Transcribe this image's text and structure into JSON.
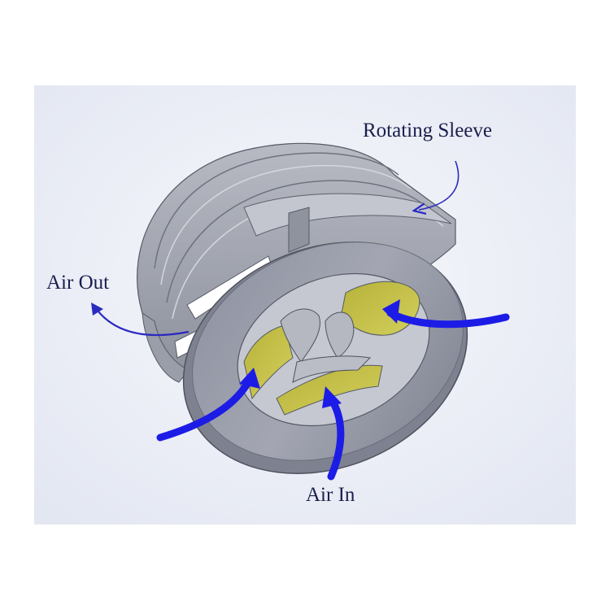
{
  "labels": {
    "rotating_sleeve": "Rotating Sleeve",
    "air_out": "Air Out",
    "air_in": "Air In"
  },
  "colors": {
    "background": "#ffffff",
    "panel": "#eceff7",
    "metal": "#a7aab4",
    "metal_dark": "#6f737f",
    "metal_light": "#c8cbd3",
    "yellow_insert": "#c9c64d",
    "flow_arrow": "#1c1ce6",
    "pointer_arrow": "#2a2abf",
    "label_text": "#1a1f4d"
  },
  "icons": {
    "flow": "arrow-icon",
    "pointer": "thin-arrow-icon"
  }
}
